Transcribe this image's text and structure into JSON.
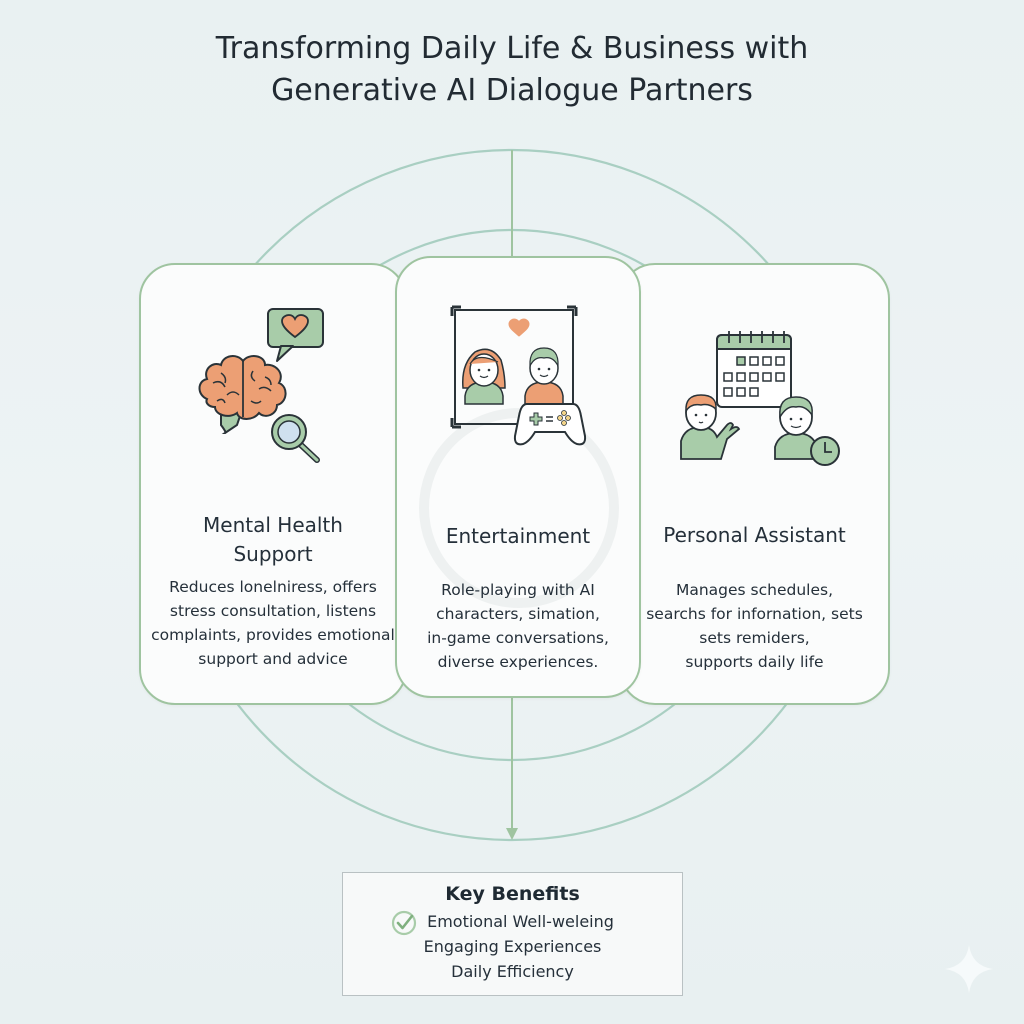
{
  "title": {
    "line1": "Transforming Daily Life & Business with",
    "line2": "Generative AI Dialogue Partners"
  },
  "colors": {
    "card_border": "#9fc4a0",
    "ring": "#a9cfc2",
    "accent_orange": "#ec9f74",
    "accent_green": "#9fc79f",
    "outline": "#2a3338"
  },
  "cards": [
    {
      "id": "mental-health",
      "icon": "brain-with-heart-chat-and-magnifier-icon",
      "heading_lines": [
        "Mental Health",
        "Support"
      ],
      "description_lines": [
        "Reduces lonelniress, offers",
        "stress consultation, listens",
        "complaints, provides emotional",
        "support and advice"
      ]
    },
    {
      "id": "entertainment",
      "icon": "couple-photo-with-game-controller-icon",
      "heading_lines": [
        "Entertainment"
      ],
      "description_lines": [
        "Role-playing with AI",
        "characters, simation,",
        "in-game conversations,",
        "diverse experiences."
      ]
    },
    {
      "id": "personal-assistant",
      "icon": "calendar-people-clock-icon",
      "heading_lines": [
        "Personal Assistant"
      ],
      "description_lines": [
        "Manages schedules,",
        "searchs for infornation, sets",
        "sets remiders,",
        "supports daily life"
      ]
    }
  ],
  "benefits": {
    "heading": "Key Benefits",
    "icon": "check-circle-icon",
    "items": [
      "Emotional Well-weleing",
      "Engaging Experiences",
      "Daily Efficiency"
    ]
  }
}
